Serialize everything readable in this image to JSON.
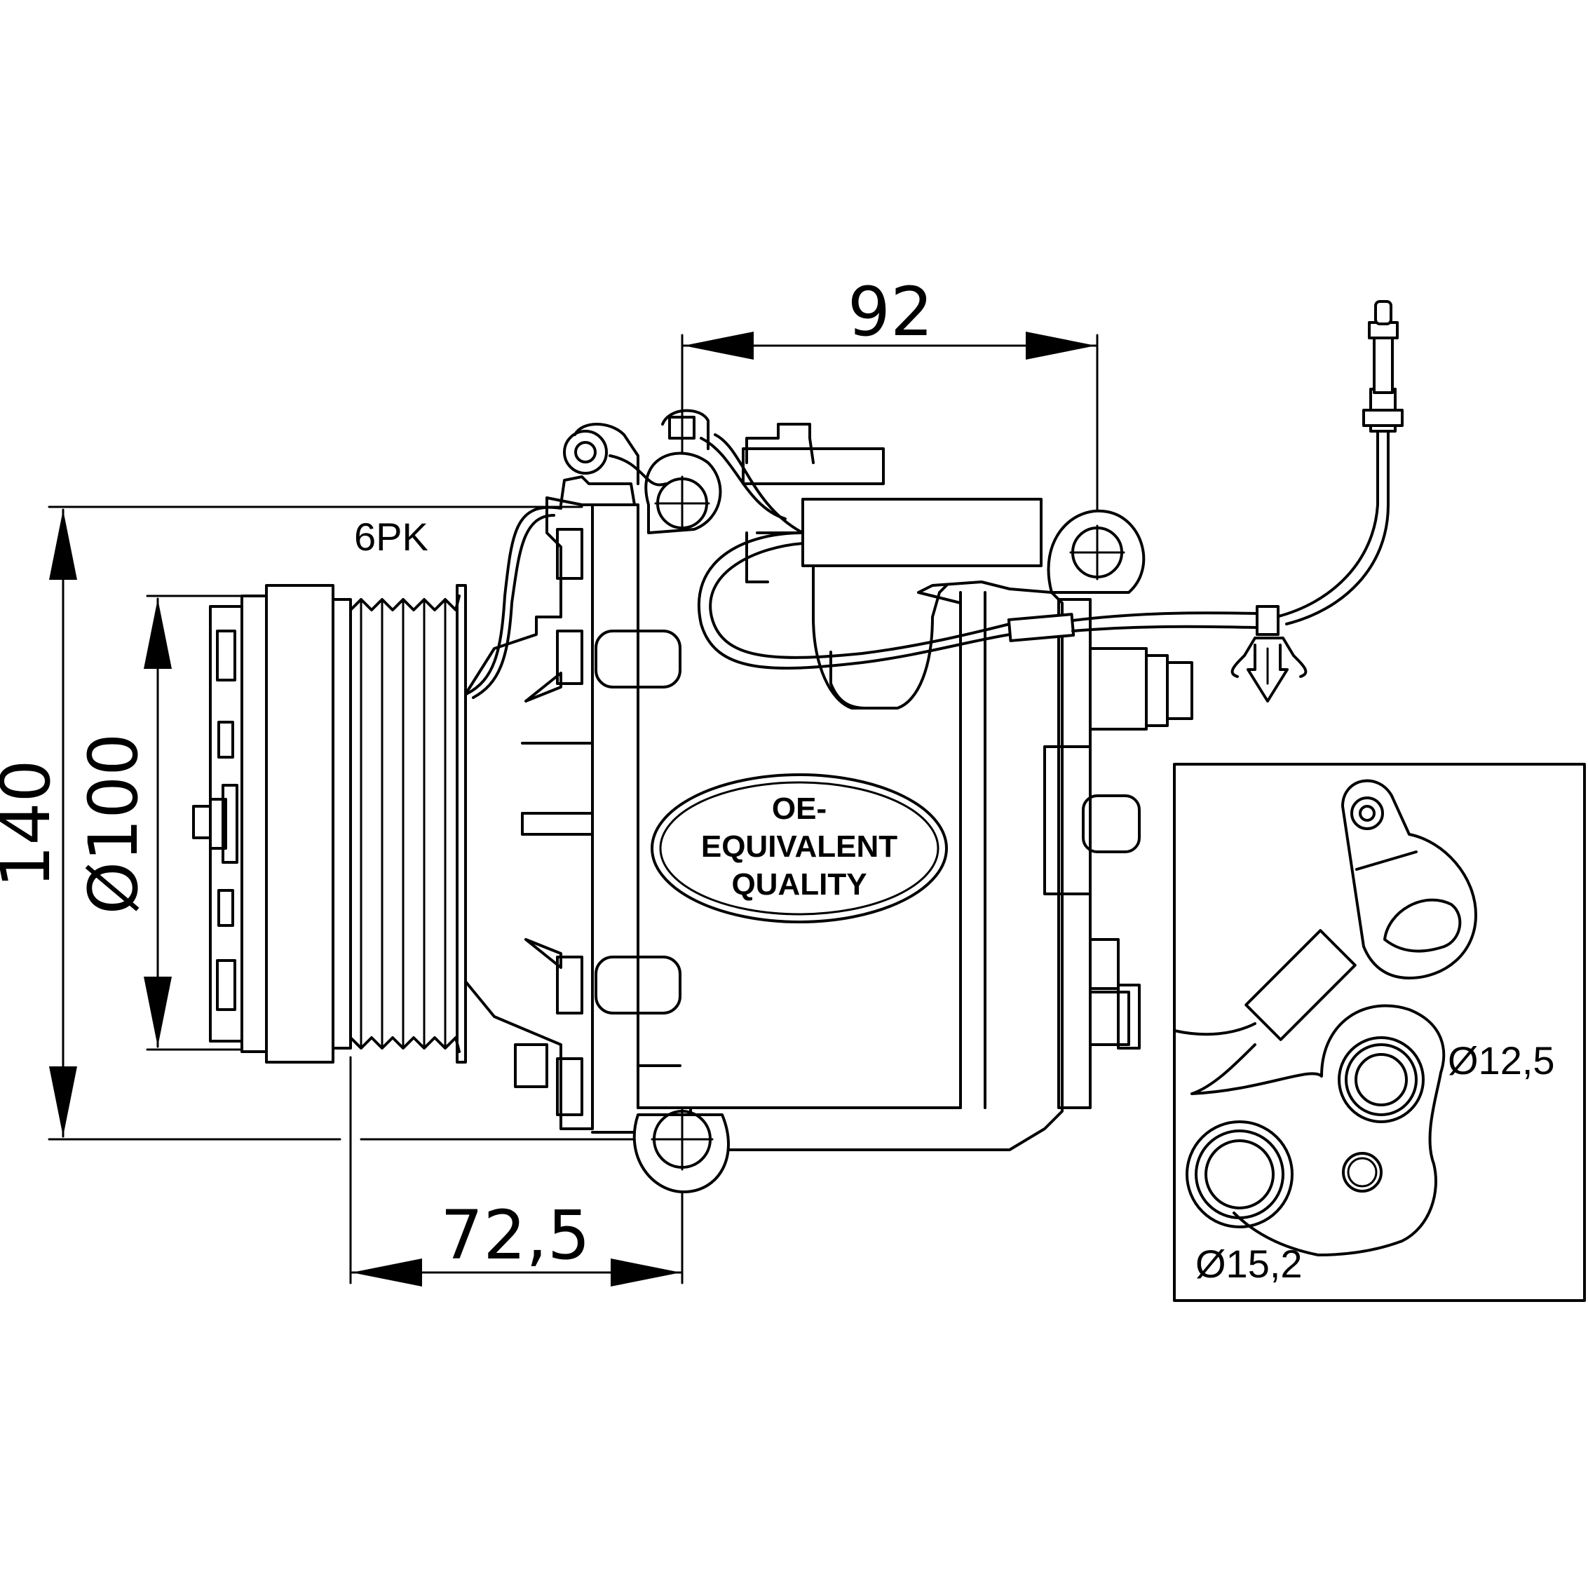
{
  "dimensions": {
    "width_top": "92",
    "height_left": "140",
    "pulley_diameter": "Ø100",
    "offset_bottom": "72,5"
  },
  "labels": {
    "belt": "6PK",
    "port_small": "Ø12,5",
    "port_large": "Ø15,2"
  },
  "badge": {
    "line1": "OE-",
    "line2": "EQUIVALENT",
    "line3": "QUALITY"
  }
}
